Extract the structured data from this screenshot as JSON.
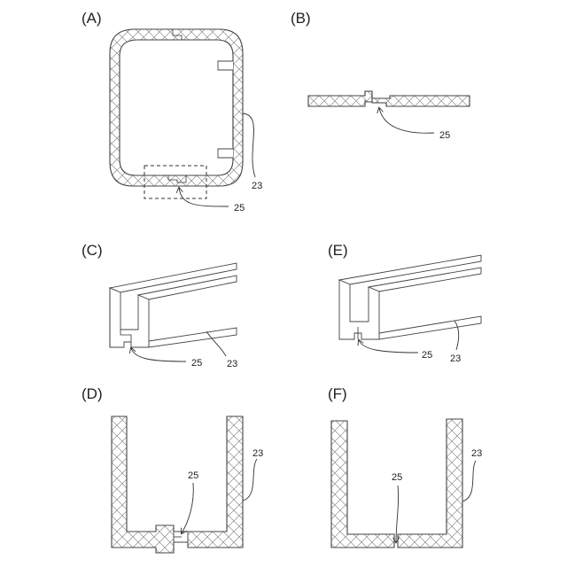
{
  "panels": {
    "A": {
      "label": "(A)",
      "callouts": {
        "panel": "23",
        "joint": "25"
      }
    },
    "B": {
      "label": "(B)",
      "callouts": {
        "joint": "25"
      }
    },
    "C": {
      "label": "(C)",
      "callouts": {
        "joint": "25",
        "panel": "23"
      }
    },
    "D": {
      "label": "(D)",
      "callouts": {
        "joint": "25",
        "panel": "23"
      }
    },
    "E": {
      "label": "(E)",
      "callouts": {
        "joint": "25",
        "panel": "23"
      }
    },
    "F": {
      "label": "(F)",
      "callouts": {
        "joint": "25",
        "panel": "23"
      }
    }
  }
}
